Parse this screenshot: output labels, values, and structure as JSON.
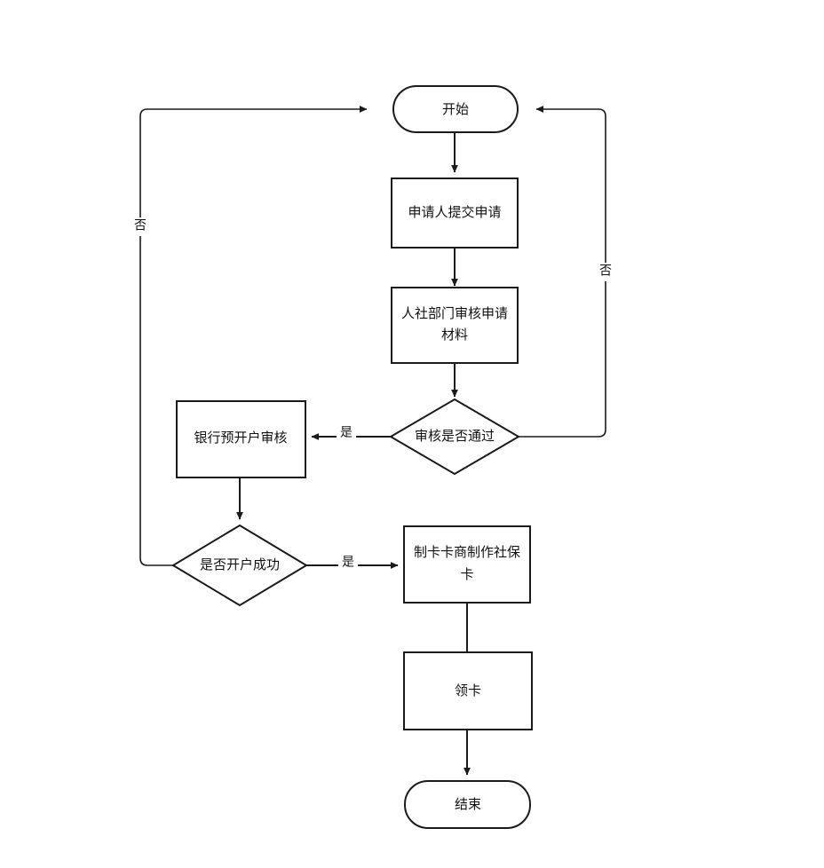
{
  "diagram": {
    "type": "flowchart",
    "orientation": "top-to-bottom",
    "background_color": "#ffffff",
    "line_color": "#1a1a1a",
    "text_color": "#111111",
    "nodes": [
      {
        "id": "start",
        "shape": "stadium",
        "label": "开始"
      },
      {
        "id": "submit",
        "shape": "rectangle",
        "label": "申请人提交申请"
      },
      {
        "id": "review",
        "shape": "rectangle",
        "label_line1": "人社部门审核申请",
        "label_line2": "材料"
      },
      {
        "id": "decision1",
        "shape": "diamond",
        "label": "审核是否通过"
      },
      {
        "id": "bankopen",
        "shape": "rectangle",
        "label": "银行预开户审核"
      },
      {
        "id": "decision2",
        "shape": "diamond",
        "label": "是否开户成功"
      },
      {
        "id": "makecard",
        "shape": "rectangle",
        "label_line1": "制卡卡商制作社保",
        "label_line2": "卡"
      },
      {
        "id": "getcard",
        "shape": "rectangle",
        "label": "领卡"
      },
      {
        "id": "end",
        "shape": "stadium",
        "label": "结束"
      }
    ],
    "edges": [
      {
        "from": "start",
        "to": "submit",
        "label": ""
      },
      {
        "from": "submit",
        "to": "review",
        "label": ""
      },
      {
        "from": "review",
        "to": "decision1",
        "label": ""
      },
      {
        "from": "decision1",
        "to": "bankopen",
        "label": "是"
      },
      {
        "from": "decision1",
        "to": "start",
        "label": "否"
      },
      {
        "from": "bankopen",
        "to": "decision2",
        "label": ""
      },
      {
        "from": "decision2",
        "to": "makecard",
        "label": "是"
      },
      {
        "from": "decision2",
        "to": "start",
        "label": "否"
      },
      {
        "from": "makecard",
        "to": "getcard",
        "label": ""
      },
      {
        "from": "getcard",
        "to": "end",
        "label": ""
      }
    ],
    "edge_labels": {
      "yes_to_bank": "是",
      "no_from_review": "否",
      "yes_to_makecard": "是",
      "no_from_account": "否"
    }
  }
}
